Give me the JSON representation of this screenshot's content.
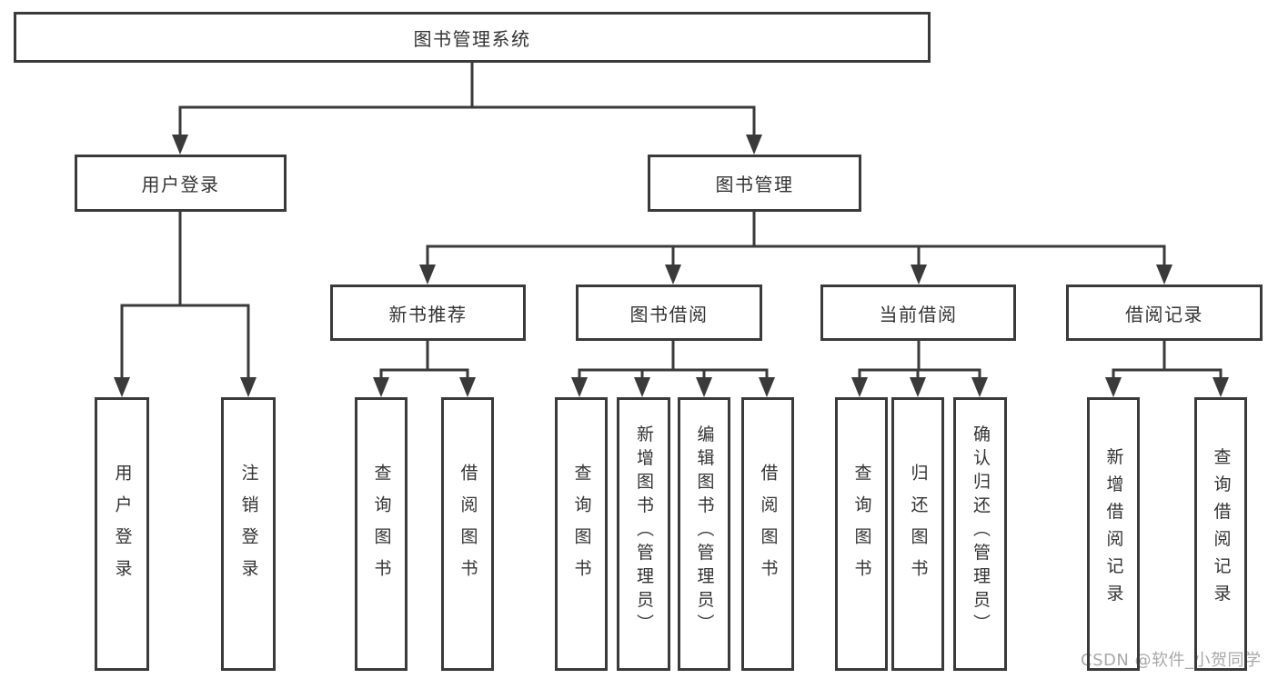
{
  "watermark": "CSDN @软件_小贺同学",
  "colors": {
    "background": "#ffffff",
    "line": "#3a3a3a",
    "box_border": "#3a3a3a",
    "text": "#333333",
    "watermark": "#a8a8a8"
  },
  "tree": {
    "label": "图书管理系统",
    "children": [
      {
        "label": "用户登录",
        "children": [
          {
            "label": "用户登录"
          },
          {
            "label": "注销登录"
          }
        ]
      },
      {
        "label": "图书管理",
        "children": [
          {
            "label": "新书推荐",
            "children": [
              {
                "label": "查询图书"
              },
              {
                "label": "借阅图书"
              }
            ]
          },
          {
            "label": "图书借阅",
            "children": [
              {
                "label": "查询图书"
              },
              {
                "label": "新增图书（管理员）"
              },
              {
                "label": "编辑图书（管理员）"
              },
              {
                "label": "借阅图书"
              }
            ]
          },
          {
            "label": "当前借阅",
            "children": [
              {
                "label": "查询图书"
              },
              {
                "label": "归还图书"
              },
              {
                "label": "确认归还（管理员）"
              }
            ]
          },
          {
            "label": "借阅记录",
            "children": [
              {
                "label": "新增借阅记录"
              },
              {
                "label": "查询借阅记录"
              }
            ]
          }
        ]
      }
    ]
  }
}
